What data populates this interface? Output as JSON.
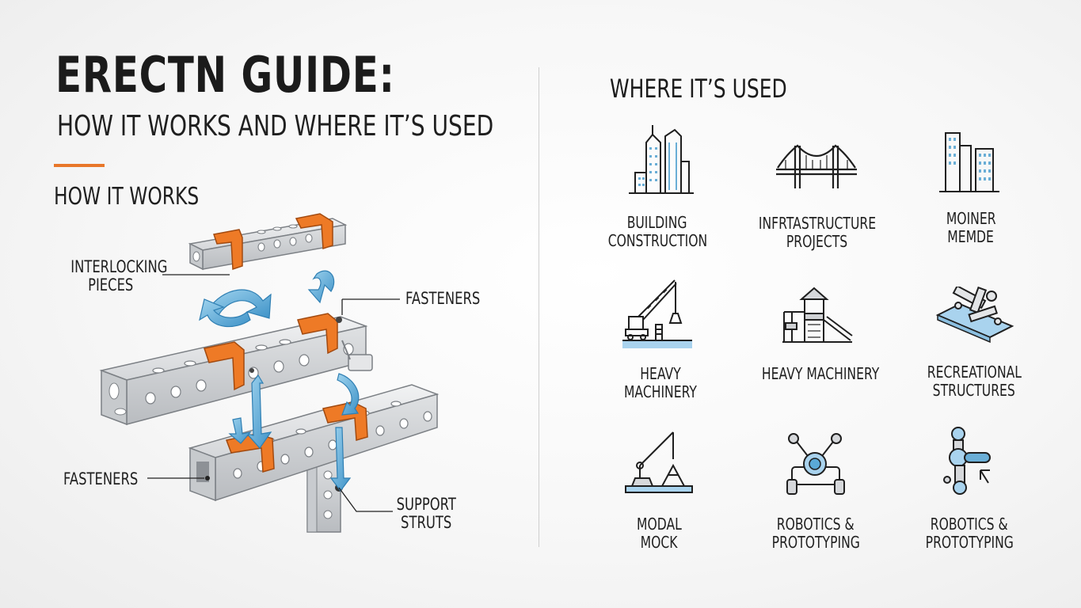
{
  "header": {
    "title": "ERECTN GUIDE:",
    "subtitle": "HOW IT WORKS AND WHERE IT’S USED",
    "accent_color": "#e8772a"
  },
  "how_it_works": {
    "heading": "HOW IT WORKS",
    "callouts": {
      "interlocking_line1": "INTERLOCKING",
      "interlocking_line2": "PIECES",
      "fasteners_top": "FASTENERS",
      "fasteners_bottom": "FASTENERS",
      "support_line1": "SUPPORT",
      "support_line2": "STRUTS"
    },
    "colors": {
      "bracket": "#ee7a26",
      "arrow": "#5aa9d6",
      "beam": "#d9dbde"
    }
  },
  "where_used": {
    "heading": "WHERE IT’S USED",
    "items": [
      {
        "icon": "skyscraper-icon",
        "line1": "BUILDING",
        "line2": "CONSTRUCTION"
      },
      {
        "icon": "bridge-icon",
        "line1": "INFRTASTRUCTURE",
        "line2": "PROJECTS"
      },
      {
        "icon": "buildings-icon",
        "line1": "MOINER",
        "line2": "MEMDE"
      },
      {
        "icon": "crane-icon",
        "line1": "HEAVY",
        "line2": "MACHINERY"
      },
      {
        "icon": "playground-icon",
        "line1": "HEAVY MACHINERY",
        "line2": ""
      },
      {
        "icon": "construction-kit-icon",
        "line1": "RECREATIONAL",
        "line2": "STRUCTURES"
      },
      {
        "icon": "model-crane-icon",
        "line1": "MODAL",
        "line2": "MOCK"
      },
      {
        "icon": "robot-icon",
        "line1": "ROBOTICS &",
        "line2": "PROTOTYPING"
      },
      {
        "icon": "robot-arm-icon",
        "line1": "ROBOTICS &",
        "line2": "PROTOTYPING"
      }
    ]
  }
}
